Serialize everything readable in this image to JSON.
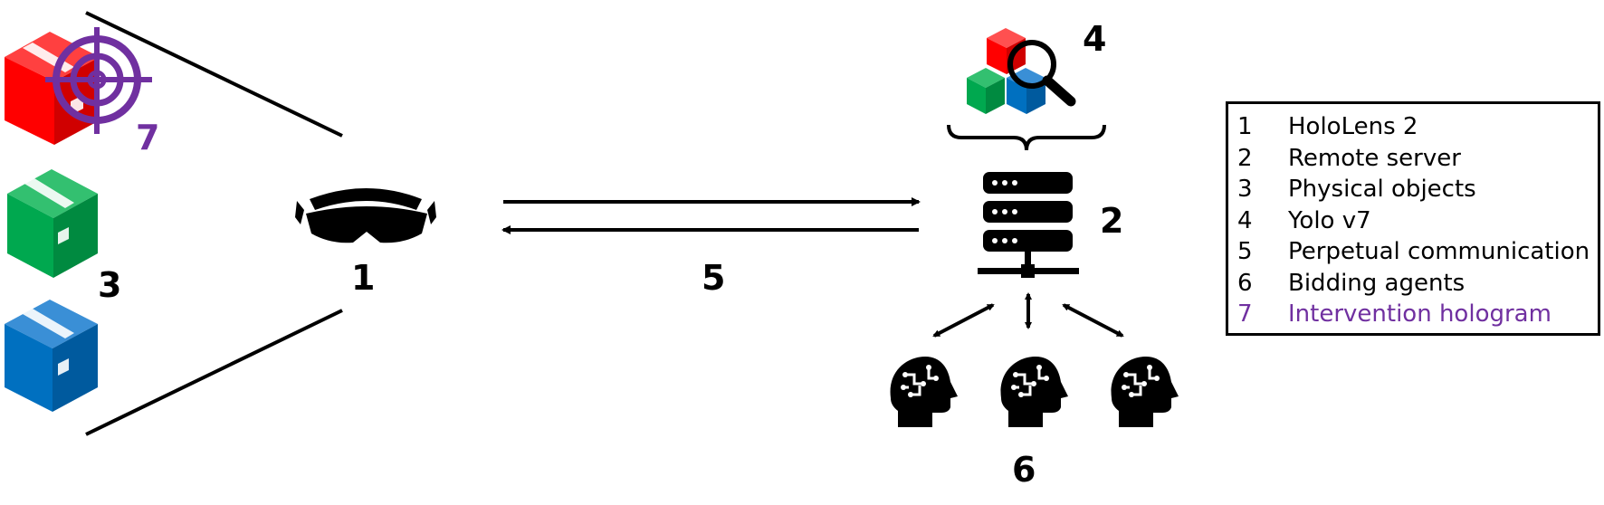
{
  "labels": {
    "hololens": "1",
    "server": "2",
    "objects": "3",
    "yolo": "4",
    "communication": "5",
    "agents": "6",
    "hologram": "7"
  },
  "legend": [
    {
      "num": "1",
      "text": "HoloLens 2"
    },
    {
      "num": "2",
      "text": "Remote server"
    },
    {
      "num": "3",
      "text": "Physical objects"
    },
    {
      "num": "4",
      "text": "Yolo v7"
    },
    {
      "num": "5",
      "text": "Perpetual communication"
    },
    {
      "num": "6",
      "text": "Bidding agents"
    },
    {
      "num": "7",
      "text": "Intervention hologram"
    }
  ],
  "colors": {
    "red_box": "#ff0000",
    "green_box": "#00a84f",
    "blue_box": "#0070c0",
    "hologram": "#7030a0",
    "ink": "#000000"
  },
  "icons": [
    "red-box-icon",
    "green-box-icon",
    "blue-box-icon",
    "crosshair-icon",
    "hololens-icon",
    "server-icon",
    "yolo-cubes-icon",
    "magnifier-icon",
    "brain-head-icon"
  ]
}
